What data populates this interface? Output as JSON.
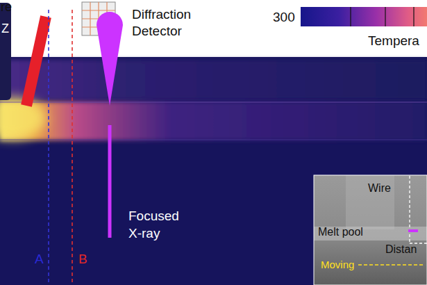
{
  "diagram": {
    "nodes": [
      {
        "text": [
          "Wire",
          "Melt pool",
          "Distan",
          "Moving"
        ]
      }
    ],
    "labels": [
      "re",
      "Z",
      "Diffraction Detector",
      "300",
      "Tempera",
      "A",
      "B",
      "Focused X-ray"
    ]
  }
}
